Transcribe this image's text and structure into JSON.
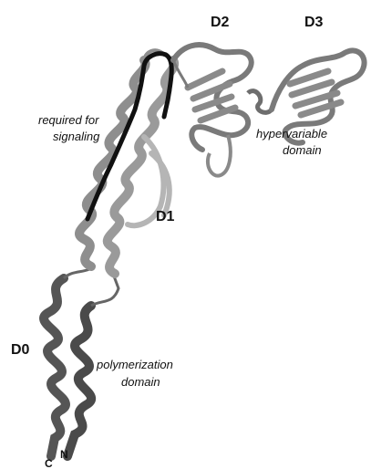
{
  "labels": {
    "d0": "D0",
    "d1": "D1",
    "d2": "D2",
    "d3": "D3",
    "signaling_line1": "required for",
    "signaling_line2": "signaling",
    "hypervariable_line1": "hypervariable",
    "hypervariable_line2": "domain",
    "polymerization_line1": "polymerization",
    "polymerization_line2": "domain",
    "c_terminus": "C",
    "n_terminus": "N"
  },
  "colors": {
    "d0_helix": "#555555",
    "d1_helix": "#8e8e8e",
    "d1_helix_light": "#b5b5b5",
    "d2_d3_strands": "#7a7a7a",
    "signaling_segment": "#111111",
    "background": "#ffffff"
  }
}
